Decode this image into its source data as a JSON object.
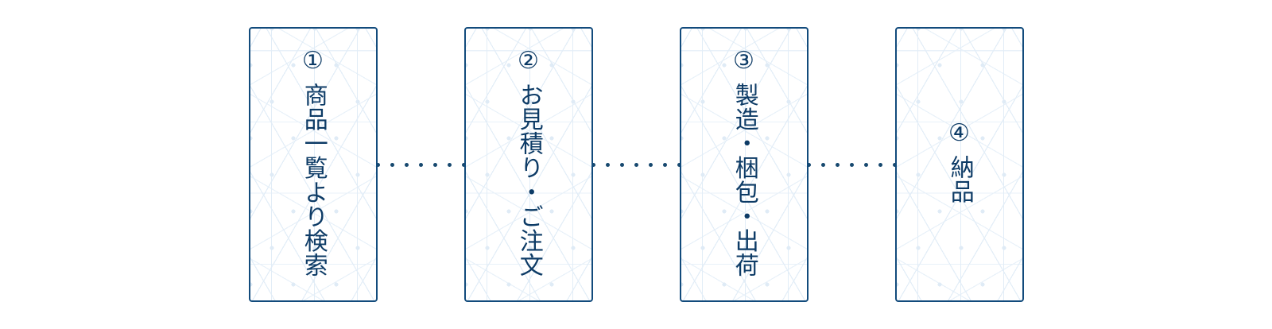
{
  "flow": {
    "steps": [
      {
        "number": "①",
        "label": "商品一覧より検索"
      },
      {
        "number": "②",
        "label": "お見積り・ご注文"
      },
      {
        "number": "③",
        "label": "製造・梱包・出荷"
      },
      {
        "number": "④",
        "label": "納品"
      }
    ],
    "connector": {
      "dot_count": 7,
      "count": 3
    },
    "colors": {
      "border": "#124b7c",
      "text": "#0d3b66",
      "dot": "#17496f",
      "pattern": "#e2edf7",
      "background": "#ffffff"
    }
  }
}
